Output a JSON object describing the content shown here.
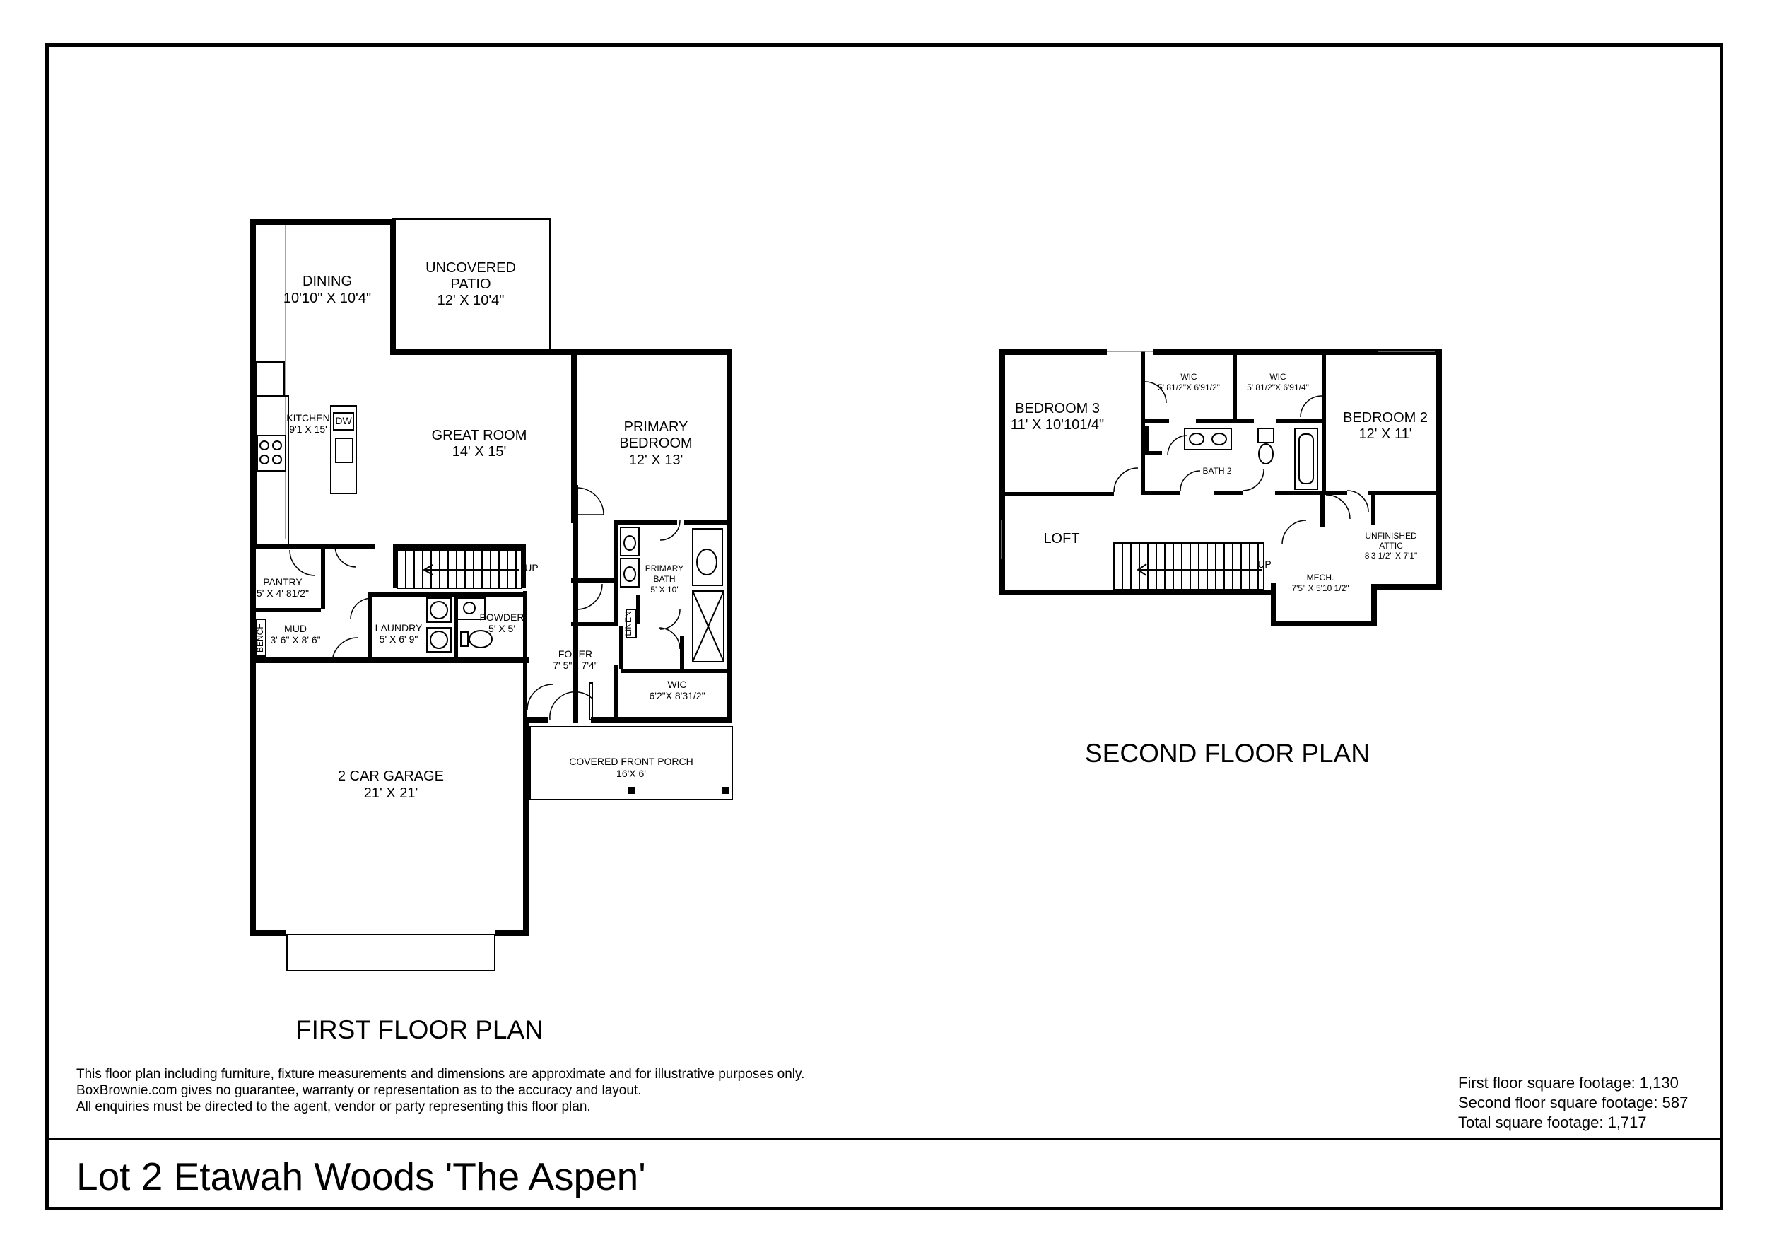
{
  "first_floor": {
    "caption": "FIRST FLOOR PLAN",
    "rooms": {
      "dining": {
        "name": "DINING",
        "size": "10'10\" X 10'4\""
      },
      "patio": {
        "name1": "UNCOVERED",
        "name2": "PATIO",
        "size": "12' X 10'4\""
      },
      "kitchen": {
        "name": "KITCHEN",
        "size": "9'1 X 15'"
      },
      "dw": "DW",
      "great_room": {
        "name": "GREAT ROOM",
        "size": "14' X 15'"
      },
      "primary_bedroom": {
        "name1": "PRIMARY",
        "name2": "BEDROOM",
        "size": "12' X 13'"
      },
      "pantry": {
        "name": "PANTRY",
        "size": "5' X 4' 81/2\""
      },
      "mud": {
        "name": "MUD",
        "size": "3' 6\" X 8' 6\""
      },
      "bench": "BENCH",
      "laundry": {
        "name": "LAUNDRY",
        "size": "5' X 6' 9\""
      },
      "powder": {
        "name": "POWDER",
        "size": "5' X 5'"
      },
      "up": "UP",
      "primary_bath": {
        "name1": "PRIMARY",
        "name2": "BATH",
        "size": "5' X 10'"
      },
      "linen": "LINEN",
      "foyer": {
        "name": "FOYER",
        "size": "7' 5\"X 7'4\""
      },
      "wic": {
        "name": "WIC",
        "size": "6'2\"X 8'31/2\""
      },
      "covered_porch": {
        "name": "COVERED FRONT PORCH",
        "size": "16'X 6'"
      },
      "garage": {
        "name": "2 CAR GARAGE",
        "size": "21' X 21'"
      }
    }
  },
  "second_floor": {
    "caption": "SECOND FLOOR PLAN",
    "rooms": {
      "bedroom3": {
        "name": "BEDROOM 3",
        "size": "11' X 10'101/4\""
      },
      "wic_left": {
        "name": "WIC",
        "size": "5' 81/2\"X 6'91/2\""
      },
      "wic_right": {
        "name": "WIC",
        "size": "5' 81/2\"X 6'91/4\""
      },
      "bedroom2": {
        "name": "BEDROOM 2",
        "size": "12' X 11'"
      },
      "bath2": {
        "name": "BATH 2"
      },
      "loft": {
        "name": "LOFT"
      },
      "up": "UP",
      "attic": {
        "name1": "UNFINISHED",
        "name2": "ATTIC",
        "size": "8'3 1/2\" X 7'1\""
      },
      "mech": {
        "name": "MECH.",
        "size": "7'5\" X 5'10 1/2\""
      }
    }
  },
  "disclaimer": [
    "This floor plan including furniture, fixture measurements and dimensions are approximate and for illustrative purposes only.",
    "BoxBrownie.com gives no guarantee, warranty or representation as to the accuracy and layout.",
    "All enquiries must be directed to the agent, vendor or party representing this floor plan."
  ],
  "footage": {
    "first": "First floor square footage: 1,130",
    "second": "Second floor square footage: 587",
    "total": "Total square footage: 1,717"
  },
  "project_title": "Lot 2 Etawah Woods 'The Aspen'"
}
